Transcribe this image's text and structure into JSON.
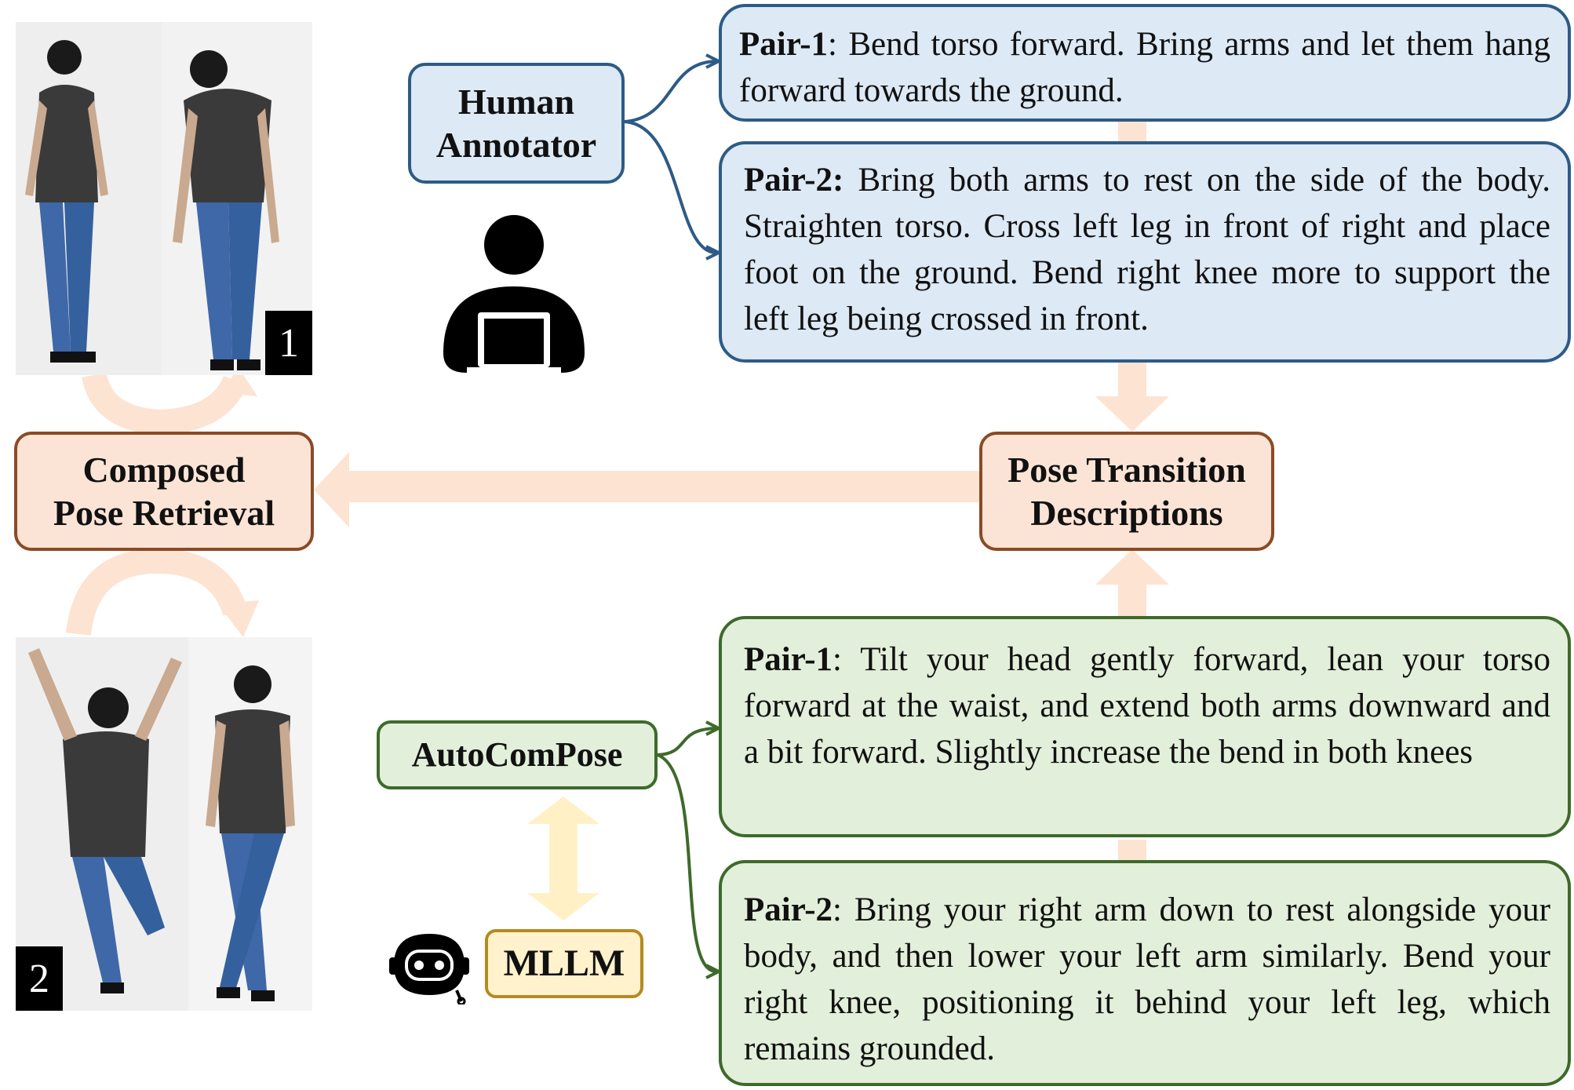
{
  "nodes": {
    "human_annotator": "Human\nAnnotator",
    "composed_pose_retrieval": "Composed\nPose Retrieval",
    "pose_transition_descriptions": "Pose Transition\nDescriptions",
    "autocompose": "AutoComPose",
    "mllm": "MLLM"
  },
  "human_descriptions": [
    {
      "label": "Pair-1",
      "sep": ": ",
      "text": "Bend torso forward. Bring arms and let them hang forward towards the ground."
    },
    {
      "label": "Pair-2:",
      "sep": " ",
      "text": "Bring both arms to rest on the side of the body. Straighten torso. Cross left leg in front of right and place foot on the ground. Bend right knee more to support the left leg being crossed in front."
    }
  ],
  "auto_descriptions": [
    {
      "label": "Pair-1",
      "sep": ": ",
      "text": "Tilt your head gently forward, lean your torso forward at the waist, and extend both arms downward and a bit forward. Slightly increase the bend in both knees"
    },
    {
      "label": "Pair-2",
      "sep": ": ",
      "text": "Bring your right arm down to rest alongside your body, and then lower your left arm similarly. Bend your right knee, positioning it behind your left leg, which remains grounded."
    }
  ],
  "image_labels": {
    "pair1": "1",
    "pair2": "2"
  },
  "icons": {
    "annotator": "person-laptop-icon",
    "robot": "robot-head-icon"
  },
  "colors": {
    "orange_border": "#8b4a26",
    "orange_fill": "#fbe4d6",
    "blue_border": "#2d5b86",
    "blue_fill": "#dde9f5",
    "green_border": "#3e6a2b",
    "green_fill": "#e2efda",
    "yellow_border": "#b58a1f",
    "yellow_fill": "#fff2cc",
    "arrow_peach": "#fde3d2",
    "arrow_yellow": "#fff0c6"
  }
}
